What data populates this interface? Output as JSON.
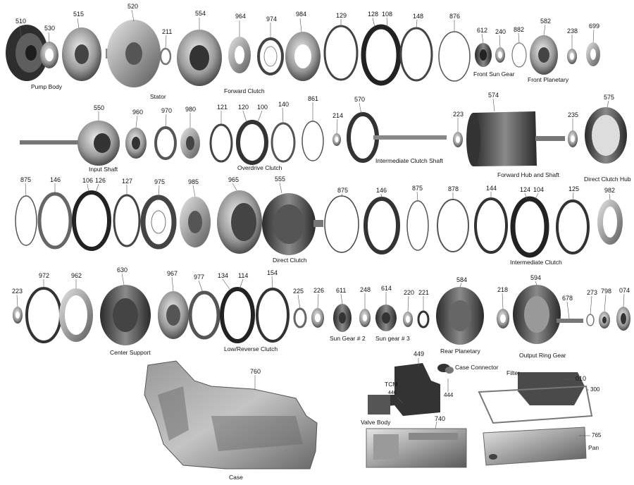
{
  "parts": {
    "p510": "510",
    "p530": "530",
    "p515": "515",
    "p520": "520",
    "p211": "211",
    "p554": "554",
    "p964": "964",
    "p974": "974",
    "p984": "984",
    "p129": "129",
    "p128": "128",
    "p108": "108",
    "p148": "148",
    "p876": "876",
    "p612": "612",
    "p240": "240",
    "p882": "882",
    "p582": "582",
    "p238": "238",
    "p699": "699",
    "p550": "550",
    "p960": "960",
    "p970": "970",
    "p980": "980",
    "p121": "121",
    "p120": "120",
    "p100": "100",
    "p140": "140",
    "p861": "861",
    "p214": "214",
    "p570": "570",
    "p223a": "223",
    "p574": "574",
    "p235": "235",
    "p575": "575",
    "p875a": "875",
    "p146a": "146",
    "p106": "106",
    "p126": "126",
    "p127": "127",
    "p975": "975",
    "p985": "985",
    "p965": "965",
    "p555": "555",
    "p875b": "875",
    "p146b": "146",
    "p875c": "875",
    "p878": "878",
    "p144": "144",
    "p124": "124",
    "p104": "104",
    "p125": "125",
    "p982": "982",
    "p223b": "223",
    "p972": "972",
    "p962": "962",
    "p630": "630",
    "p967": "967",
    "p977": "977",
    "p134": "134",
    "p114": "114",
    "p154": "154",
    "p225": "225",
    "p226": "226",
    "p611": "611",
    "p248": "248",
    "p614": "614",
    "p220": "220",
    "p221": "221",
    "p584": "584",
    "p218": "218",
    "p594": "594",
    "p678": "678",
    "p273": "273",
    "p798": "798",
    "p074": "074",
    "p760": "760",
    "p449": "449",
    "p446": "446",
    "p444": "444",
    "p740": "740",
    "p010": "010",
    "p300": "300",
    "p765": "765"
  },
  "captions": {
    "pump_body": "Pump Body",
    "stator": "Stator",
    "forward_clutch": "Forward Clutch",
    "front_sun_gear": "Front Sun Gear",
    "front_planetary": "Front Planetary",
    "input_shaft": "Input Shaft",
    "overdrive_clutch": "Overdrive Clutch",
    "intermediate_clutch_shaft": "Intermediate Clutch Shaft",
    "forward_hub_and_shaft": "Forward Hub and Shaft",
    "direct_clutch_hub": "Direct Clutch Hub",
    "direct_clutch": "Direct Clutch",
    "intermediate_clutch": "Intermediate Clutch",
    "center_support": "Center Support",
    "low_reverse_clutch": "Low/Reverse Clutch",
    "sun_gear_2": "Sun Gear # 2",
    "sun_gear_3": "Sun gear # 3",
    "rear_planetary": "Rear Planetary",
    "output_ring_gear": "Output Ring Gear",
    "case": "Case",
    "tcm": "TCM",
    "case_connector": "Case Connector",
    "valve_body": "Valve Body",
    "filter": "Filter",
    "pan": "Pan"
  },
  "colors": {
    "ink": "#111111",
    "metal_dark": "#3a3a3a",
    "metal_mid": "#8a8a8a",
    "metal_light": "#cfcfcf"
  }
}
